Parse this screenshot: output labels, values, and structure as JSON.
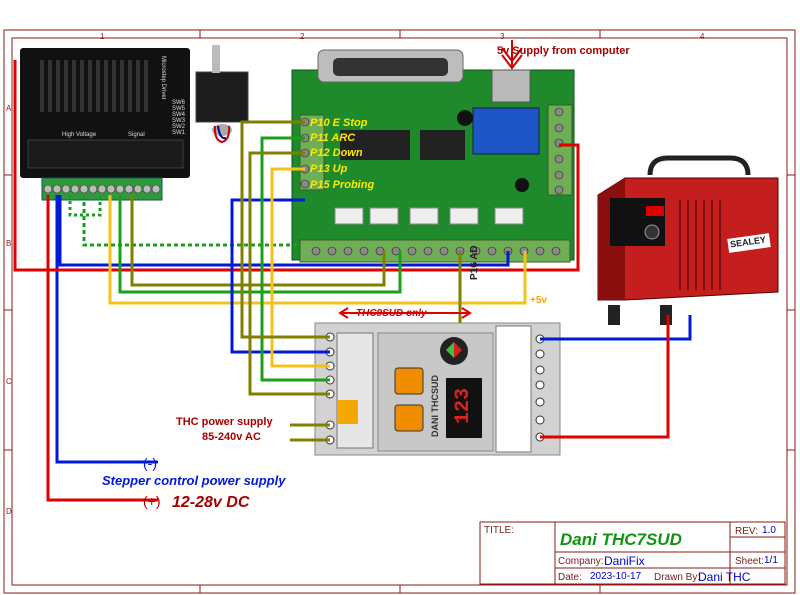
{
  "labels": {
    "supply_from_computer": "5v Supply from computer",
    "thc_only": "THC9SUD only",
    "p16": "P16 AD",
    "plus5v": "+5v",
    "thc_power": "THC power supply",
    "thc_power_range": "85-240v AC",
    "minus": "(-)",
    "stepper_power": "Stepper control power supply",
    "plus": "(+)",
    "stepper_voltage": "12-28v DC",
    "welder_brand": "SEALEY",
    "thc_brand": "DANI THCSUD",
    "thc_display": "123"
  },
  "pins": [
    {
      "label": "P10 E Stop"
    },
    {
      "label": "P11 ARC"
    },
    {
      "label": "P12 Down"
    },
    {
      "label": "P13 Up"
    },
    {
      "label": "P15 Probing"
    }
  ],
  "driver": {
    "side_title": "Microstep Driver",
    "switches": [
      "SW6",
      "SW5",
      "SW4",
      "SW3",
      "SW2",
      "SW1"
    ],
    "bottom_left": "High Voltage",
    "bottom_right": "Signal"
  },
  "frame": {
    "top_numbers": [
      "1",
      "2",
      "3",
      "4"
    ],
    "side_letters": [
      "A",
      "B",
      "C",
      "D"
    ]
  },
  "title_block": {
    "title_label": "TITLE:",
    "title": "Dani THC7SUD",
    "rev_label": "REV:",
    "rev": "1.0",
    "company_label": "Company:",
    "company": "DaniFix",
    "sheet_label": "Sheet:",
    "sheet": "1/1",
    "date_label": "Date:",
    "date": "2023-10-17",
    "drawn_label": "Drawn By:",
    "drawn": "Dani THC"
  },
  "colors": {
    "red_wire": "#e00000",
    "blue_wire": "#0018d8",
    "yellow_wire": "#f2c21a",
    "green_wire": "#18a018",
    "olive_wire": "#808000",
    "board": "#1f8a2c",
    "title_green": "#129312",
    "label_red": "#a60000"
  }
}
